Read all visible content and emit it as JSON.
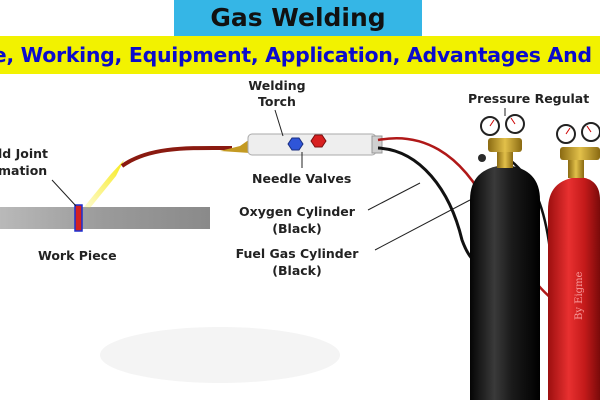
{
  "header": {
    "title": "Gas Welding",
    "subtitle": "le, Working, Equipment, Application, Advantages And Disadvan"
  },
  "labels": {
    "welding_torch_1": "Welding",
    "welding_torch_2": "Torch",
    "weld_joint_1": "ld Joint",
    "weld_joint_2": "mation",
    "needle_valves": "Needle Valves",
    "work_piece": "Work Piece",
    "oxygen_cylinder_1": "Oxygen Cylinder",
    "oxygen_cylinder_2": "(Black)",
    "fuel_gas_cylinder_1": "Fuel Gas Cylinder",
    "fuel_gas_cylinder_2": "(Black)",
    "pressure_regulator": "Pressure Regulat",
    "cylinder_watermark": "By Eigme"
  },
  "colors": {
    "title_bg": "#35b6e6",
    "subtitle_bg": "#f2f200",
    "subtitle_text": "#0b0bcc",
    "oxygen_cylinder": "#101010",
    "fuel_cylinder": "#d81c1c",
    "hose_red": "#b01818",
    "hose_black": "#111111",
    "flame": "#f7ea1a"
  }
}
